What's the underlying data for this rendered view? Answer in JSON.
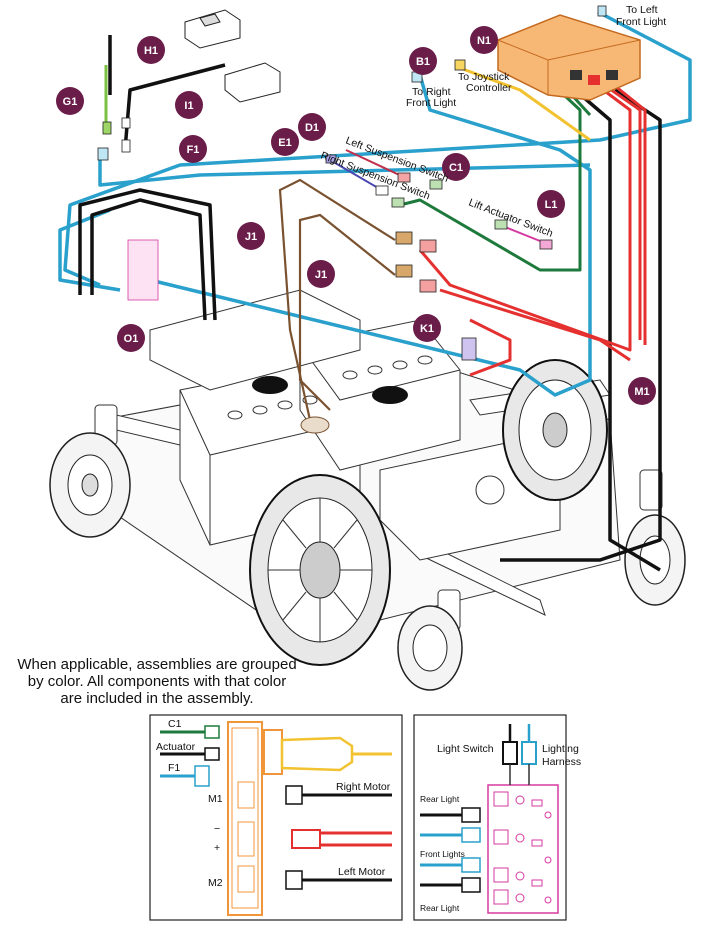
{
  "callouts": {
    "N1": "N1",
    "B1": "B1",
    "H1": "H1",
    "I1": "I1",
    "G1": "G1",
    "F1": "F1",
    "D1": "D1",
    "E1": "E1",
    "C1": "C1",
    "L1": "L1",
    "J1a": "J1",
    "J1b": "J1",
    "K1": "K1",
    "M1": "M1",
    "O1": "O1"
  },
  "labels": {
    "to_left_front_light_1": "To Left",
    "to_left_front_light_2": "Front Light",
    "to_joystick_1": "To Joystick",
    "to_joystick_2": "Controller",
    "to_right_front_light_1": "To Right",
    "to_right_front_light_2": "Front Light",
    "left_suspension": "Left Suspension Switch",
    "right_suspension": "Right Suspension Switch",
    "lift_actuator": "Lift Actuator Switch"
  },
  "note": {
    "line1": "When applicable, assemblies are grouped",
    "line2": "by color. All components with that color",
    "line3": "are included in the assembly."
  },
  "inset_left": {
    "c1": "C1",
    "actuator": "Actuator",
    "f1": "F1",
    "m1": "M1",
    "minus": "−",
    "plus": "+",
    "m2": "M2",
    "right_motor": "Right Motor",
    "left_motor": "Left Motor"
  },
  "inset_right": {
    "light_switch": "Light Switch",
    "lighting_1": "Lighting",
    "lighting_2": "Harness",
    "rear_light_top": "Rear Light",
    "front_lights": "Front Lights",
    "rear_light_bottom": "Rear Light"
  },
  "colors": {
    "callout": "#6b1d4a",
    "blue": "#2aa0cc",
    "green": "#1e7a3c",
    "red": "#e53030",
    "black": "#111111",
    "orange": "#f0953a",
    "yellow": "#f2c230",
    "purple": "#4a46b0",
    "magenta": "#d63aa0",
    "brown": "#7a5230",
    "lightgreen": "#7cc242"
  }
}
